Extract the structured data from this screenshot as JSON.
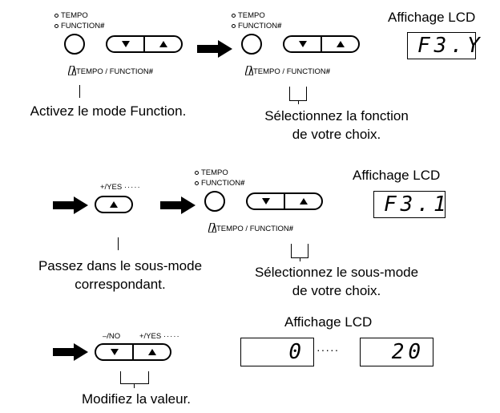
{
  "lcd_title": "Affichage LCD",
  "panel": {
    "led_tempo": "TEMPO",
    "led_function": "FUNCTION",
    "sharp": "#",
    "tempo_function_label": "TEMPO / FUNCTION",
    "metronome_icon": "metronome-icon"
  },
  "step1": {
    "caption_left": "Activez le mode Function.",
    "caption_right_line1": "Sélectionnez la fonction",
    "caption_right_line2": "de votre choix.",
    "lcd_value": "F3.Y"
  },
  "step2": {
    "yes_label": "+/YES",
    "dots": "·····",
    "caption_left_line1": "Passez dans le sous-mode",
    "caption_left_line2": "correspondant.",
    "caption_right_line1": "Sélectionnez le sous-mode",
    "caption_right_line2": "de votre choix.",
    "lcd_value": "F3.1"
  },
  "step3": {
    "no_label": "–/NO",
    "yes_label": "+/YES",
    "dots": "·····",
    "caption": "Modifiez la valeur.",
    "lcd_from": "0",
    "lcd_dots": "·····",
    "lcd_to": "20"
  }
}
